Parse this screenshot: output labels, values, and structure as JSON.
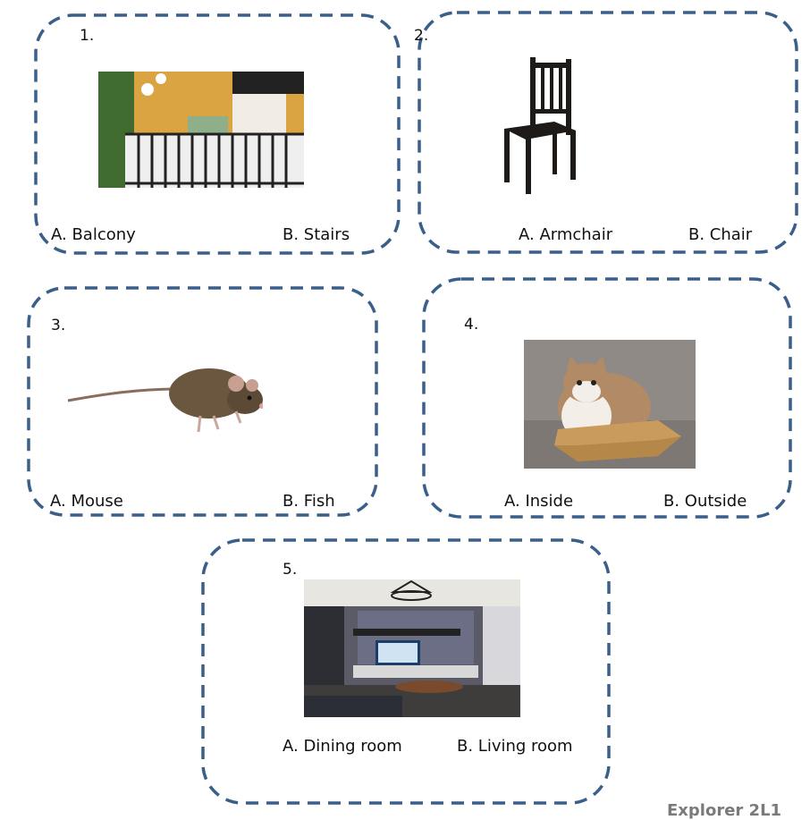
{
  "colors": {
    "border": "#3a5f8a"
  },
  "cards": [
    {
      "number": "1.",
      "option_a": "A. Balcony",
      "option_b": "B. Stairs",
      "image": "balcony"
    },
    {
      "number": "2.",
      "option_a": "A. Armchair",
      "option_b": "B. Chair",
      "image": "chair"
    },
    {
      "number": "3.",
      "option_a": "A. Mouse",
      "option_b": "B. Fish",
      "image": "mouse"
    },
    {
      "number": "4.",
      "option_a": "A. Inside",
      "option_b": "B. Outside",
      "image": "cat-in-box"
    },
    {
      "number": "5.",
      "option_a": "A. Dining room",
      "option_b": "B. Living room",
      "image": "living-room"
    }
  ],
  "footer": "Explorer 2L1"
}
